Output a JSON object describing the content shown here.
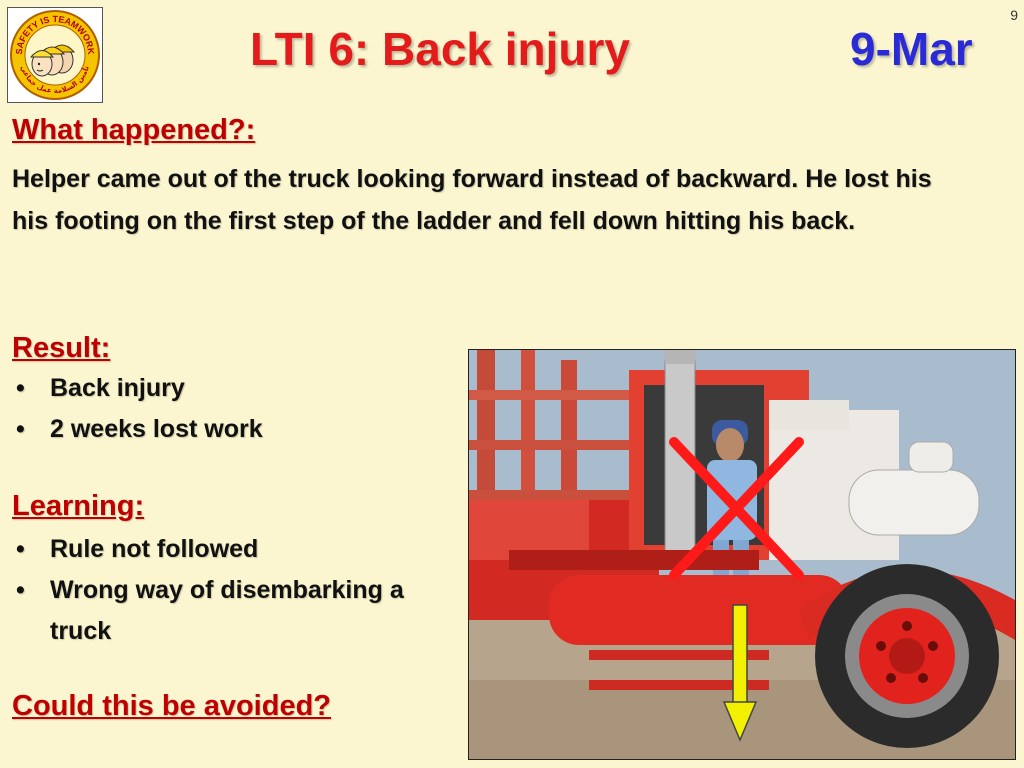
{
  "page": {
    "slide_number": "9",
    "title": "LTI 6: Back injury",
    "date": "9-Mar"
  },
  "logo": {
    "text_top": "SAFETY IS TEAMWORK",
    "text_bottom": "تأمين السلامة عمل جماعي"
  },
  "what_happened": {
    "heading": "What happened?:",
    "body": "Helper came out of the truck looking forward instead of backward. He lost his his footing on the first step of the ladder and fell down hitting his back."
  },
  "result": {
    "heading": "Result:",
    "items": [
      "Back injury",
      "2 weeks lost work"
    ]
  },
  "learning": {
    "heading": "Learning:",
    "items": [
      "Rule not followed",
      "Wrong way of disembarking a truck"
    ]
  },
  "closing": {
    "question": "Could this be avoided?"
  },
  "bullet_char": "•",
  "colors": {
    "background": "#fbf6cf",
    "title": "#e31b1b",
    "date": "#2a2ad6",
    "heading": "#c00000",
    "cross": "#ff1a1a",
    "arrow": "#f2f000"
  },
  "photo": {
    "marks": [
      "red-cross",
      "yellow-down-arrow"
    ]
  }
}
